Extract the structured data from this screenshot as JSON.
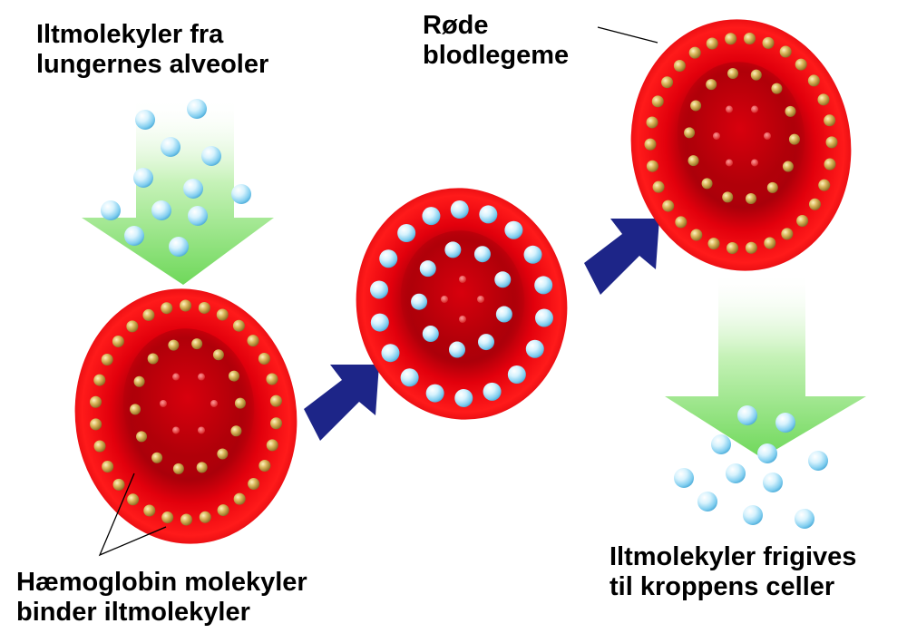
{
  "labels": {
    "inflow": [
      "Iltmolekyler fra",
      "lungernes alveoler"
    ],
    "rbc": [
      "Røde",
      "blodlegeme"
    ],
    "hemoglobin": [
      "Hæmoglobin molekyler",
      "binder iltmolekyler"
    ],
    "release": [
      "Iltmolekyler frigives",
      "til kroppens celler"
    ]
  },
  "colors": {
    "cell_red": "#e8000a",
    "cell_dark": "#b5000a",
    "hemoglobin_gold": "#c9a64a",
    "oxygen_blue": "#9fdcf5",
    "flow_green": "#7fe06a",
    "step_arrow_navy": "#1d2588"
  }
}
